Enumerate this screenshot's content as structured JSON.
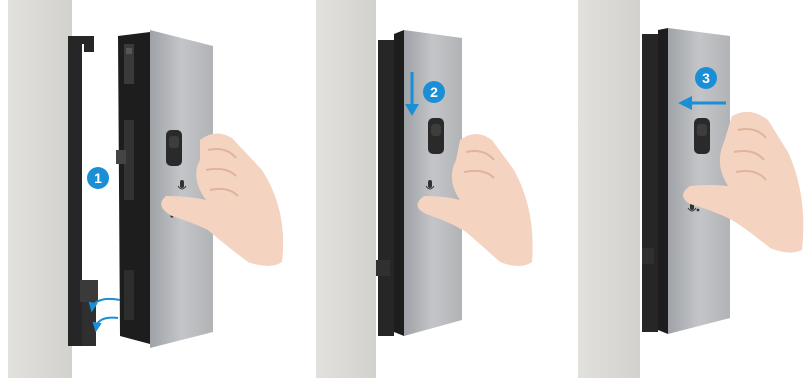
{
  "figure": {
    "steps": [
      {
        "number": "1",
        "action": "hook-bottom-then-tilt"
      },
      {
        "number": "2",
        "action": "slide-down"
      },
      {
        "number": "3",
        "action": "push-left"
      }
    ]
  },
  "colors": {
    "accent": "#1a8fd6",
    "wall": "#dcdad6",
    "wall_shadow": "#c9c7c3",
    "bracket": "#2a2a2a",
    "device_face": "#b9bbbe",
    "device_dark": "#1f1f1f",
    "skin": "#f3d2bf",
    "skin_shadow": "#e2b7a1"
  },
  "icons": [
    "microphone-icon",
    "fingerprint-icon",
    "step-badge",
    "arrow-icon"
  ]
}
